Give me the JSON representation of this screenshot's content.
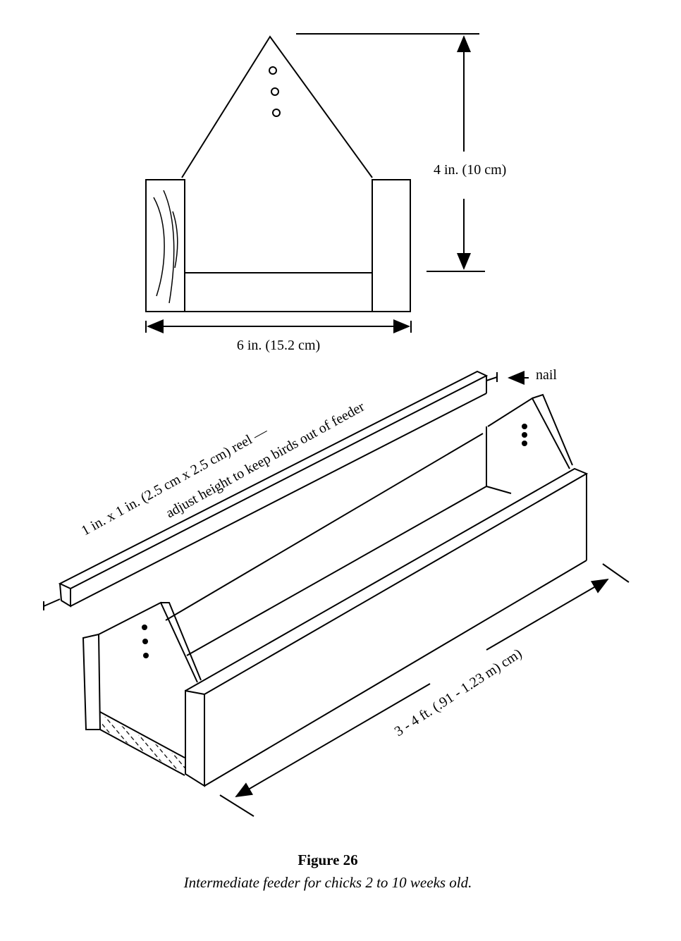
{
  "top_view": {
    "height_label": "4 in. (10 cm)",
    "width_label": "6 in. (15.2 cm)"
  },
  "perspective_view": {
    "reel_label_line1": "1 in. x 1 in. (2.5 cm x 2.5 cm) reel —",
    "reel_label_line2": "adjust height to keep birds out of feeder",
    "nail_label": "nail",
    "length_label": "3 - 4 ft. (.91 - 1.23 m) cm)"
  },
  "caption": {
    "title": "Figure 26",
    "text": "Intermediate feeder for chicks 2 to 10 weeks old."
  }
}
